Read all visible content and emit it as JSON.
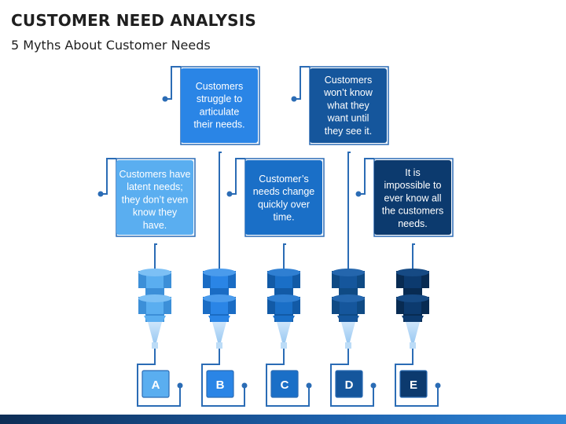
{
  "title": "CUSTOMER NEED ANALYSIS",
  "subtitle": "5 Myths About Customer Needs",
  "colors": {
    "outline": "#2b6cb5",
    "light_blue": "#5aaef0",
    "mid_blue": "#2a85e6",
    "blue": "#1a6fc7",
    "dark_blue": "#15569c",
    "navy": "#0c3a6e"
  },
  "myths": [
    {
      "letter": "A",
      "lines": [
        "Customers have",
        "latent needs;",
        "they don’t even",
        "know they",
        "have."
      ]
    },
    {
      "letter": "B",
      "lines": [
        "Customers",
        "struggle to",
        "articulate",
        "their needs."
      ]
    },
    {
      "letter": "C",
      "lines": [
        "Customer’s",
        "needs change",
        "quickly over",
        "time."
      ]
    },
    {
      "letter": "D",
      "lines": [
        "Customers",
        "won’t know",
        "what they",
        "want until",
        "they see it."
      ]
    },
    {
      "letter": "E",
      "lines": [
        "It is",
        "impossible to",
        "ever know all",
        "the customers",
        "needs."
      ]
    }
  ]
}
